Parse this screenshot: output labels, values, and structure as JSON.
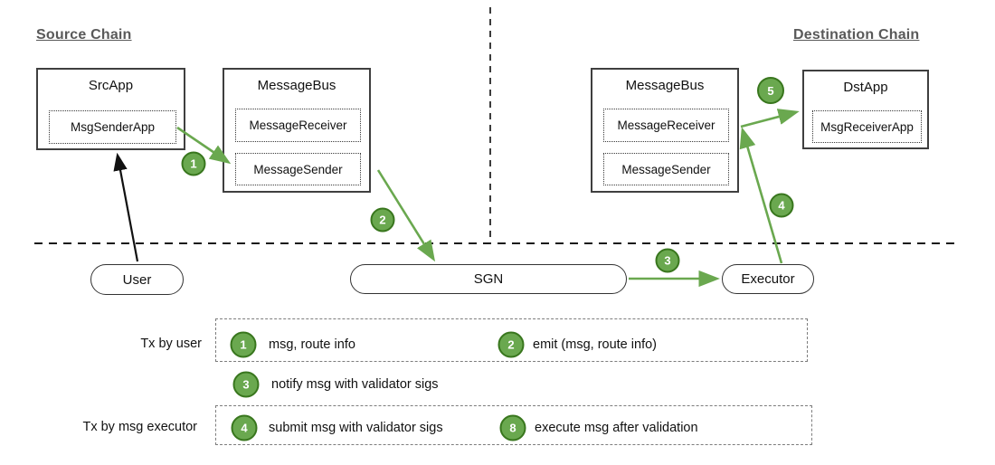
{
  "headings": {
    "source": "Source Chain",
    "destination": "Destination Chain"
  },
  "nodes": {
    "src_app": {
      "title": "SrcApp",
      "inner": "MsgSenderApp"
    },
    "message_bus_src": {
      "title": "MessageBus",
      "receiver": "MessageReceiver",
      "sender": "MessageSender"
    },
    "message_bus_dst": {
      "title": "MessageBus",
      "receiver": "MessageReceiver",
      "sender": "MessageSender"
    },
    "dst_app": {
      "title": "DstApp",
      "inner": "MsgReceiverApp"
    },
    "user": "User",
    "sgn": "SGN",
    "executor": "Executor"
  },
  "steps": {
    "s1": "1",
    "s2": "2",
    "s3": "3",
    "s4": "4",
    "s5": "5"
  },
  "legend": {
    "row1_label": "Tx by user",
    "row2_label": "Tx by msg executor",
    "items": [
      {
        "num": "1",
        "text": "msg, route info"
      },
      {
        "num": "2",
        "text": "emit (msg, route info)"
      },
      {
        "num": "3",
        "text": "notify msg with validator sigs"
      },
      {
        "num": "4",
        "text": "submit msg with validator sigs"
      },
      {
        "num": "8",
        "text": "execute msg after validation"
      }
    ]
  },
  "colors": {
    "step_green": "#6aa84f",
    "step_border": "#38761d",
    "arrow_green": "#6aa84f",
    "heading_gray": "#595959"
  }
}
